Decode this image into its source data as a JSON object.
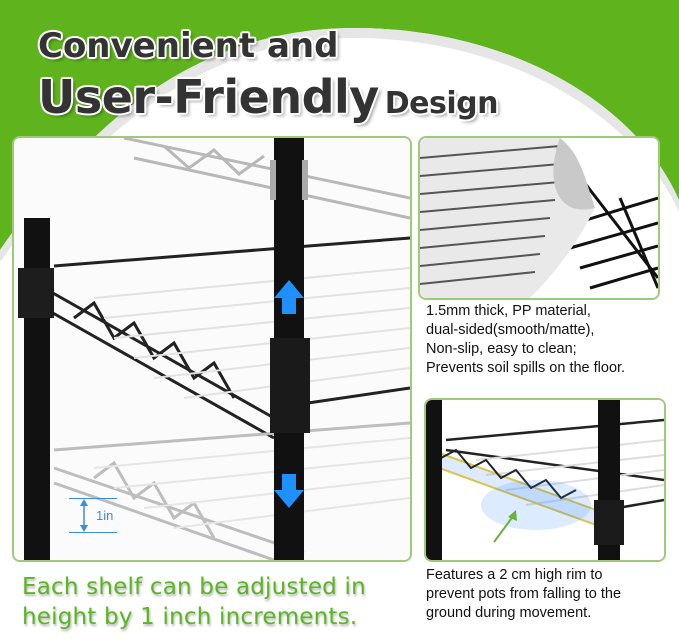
{
  "header": {
    "title_line1": "Convenient and",
    "title_line2_big": "User-Friendly",
    "title_line2_small": "Design"
  },
  "panels": {
    "main": {
      "measurement_label": "1in",
      "caption": [
        "Each shelf can be adjusted in",
        "height by 1 inch increments."
      ]
    },
    "liner": {
      "caption": [
        "1.5mm thick, PP material,",
        "dual-sided(smooth/matte),",
        "Non-slip, easy to clean;",
        "Prevents soil spills on the floor."
      ]
    },
    "rim": {
      "caption": [
        "Features a 2 cm high rim to",
        "prevent pots from falling to the",
        "ground during movement."
      ]
    }
  },
  "colors": {
    "brand_green": "#5fb41e",
    "panel_border": "#9ecb7a",
    "arrow_blue": "#1e90ff",
    "title_text": "#333333",
    "caption_green": "#5bb625"
  }
}
